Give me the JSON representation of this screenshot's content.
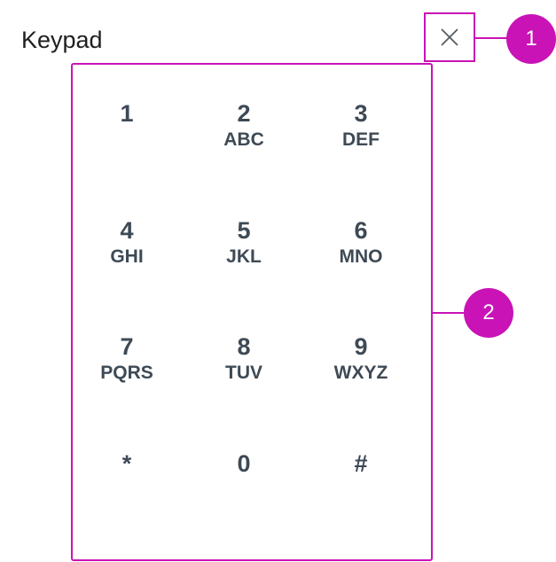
{
  "header": {
    "title": "Keypad"
  },
  "close_button": {
    "icon": "close-icon"
  },
  "keys": [
    {
      "digit": "1",
      "letters": ""
    },
    {
      "digit": "2",
      "letters": "ABC"
    },
    {
      "digit": "3",
      "letters": "DEF"
    },
    {
      "digit": "4",
      "letters": "GHI"
    },
    {
      "digit": "5",
      "letters": "JKL"
    },
    {
      "digit": "6",
      "letters": "MNO"
    },
    {
      "digit": "7",
      "letters": "PQRS"
    },
    {
      "digit": "8",
      "letters": "TUV"
    },
    {
      "digit": "9",
      "letters": "WXYZ"
    },
    {
      "digit": "*",
      "letters": ""
    },
    {
      "digit": "0",
      "letters": ""
    },
    {
      "digit": "#",
      "letters": ""
    }
  ],
  "callouts": {
    "one": "1",
    "two": "2"
  },
  "colors": {
    "accent": "#c913b6",
    "key_text": "#3e4a55"
  }
}
